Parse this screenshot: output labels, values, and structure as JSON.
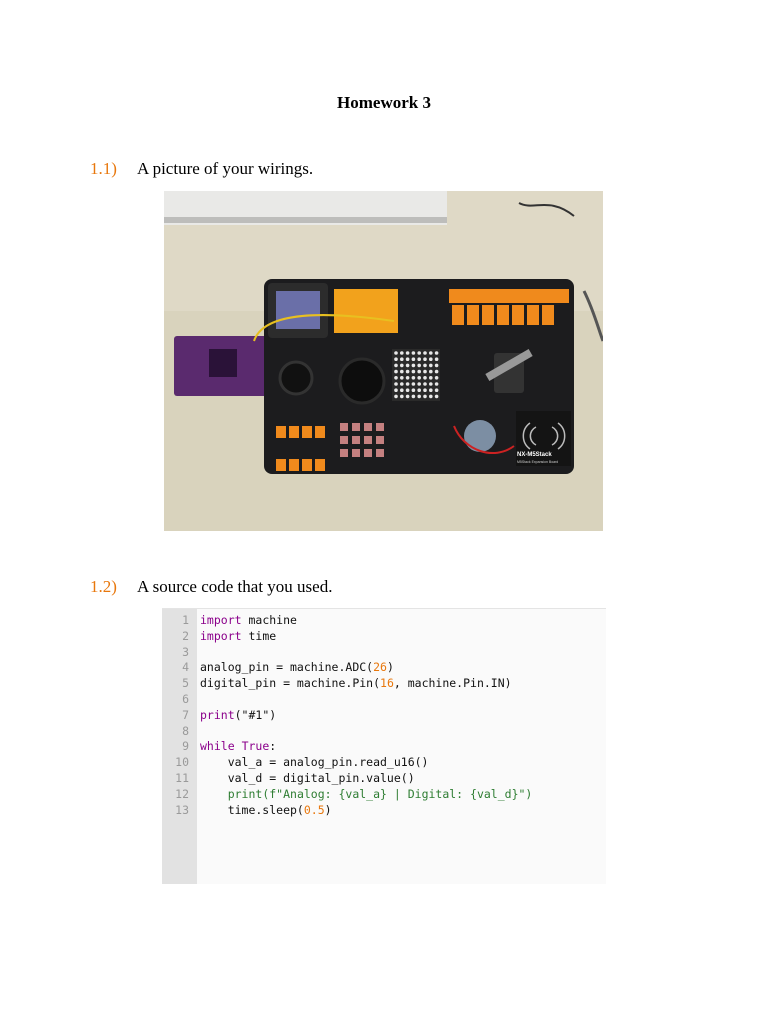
{
  "doc": {
    "title": "Homework 3",
    "q1": {
      "number": "1.1)",
      "text": "A picture of your wirings."
    },
    "q2": {
      "number": "1.2)",
      "text": "A source code that you used."
    },
    "photo": {
      "board_label": "NX-M5Stack",
      "board_sublabel": "M5Stack Expansion Board"
    },
    "code": {
      "line_numbers": [
        "1",
        "2",
        "3",
        "4",
        "5",
        "6",
        "7",
        "8",
        "9",
        "10",
        "11",
        "12",
        "13"
      ],
      "lines": [
        [
          {
            "t": "import",
            "c": "kw"
          },
          {
            "t": " machine",
            "c": ""
          }
        ],
        [
          {
            "t": "import",
            "c": "kw"
          },
          {
            "t": " time",
            "c": ""
          }
        ],
        [],
        [
          {
            "t": "analog_pin = machine.ADC(",
            "c": ""
          },
          {
            "t": "26",
            "c": "num"
          },
          {
            "t": ")",
            "c": ""
          }
        ],
        [
          {
            "t": "digital_pin = machine.Pin(",
            "c": ""
          },
          {
            "t": "16",
            "c": "num"
          },
          {
            "t": ", machine.Pin.IN)",
            "c": ""
          }
        ],
        [],
        [
          {
            "t": "print",
            "c": "fn"
          },
          {
            "t": "(\"#1\")",
            "c": ""
          }
        ],
        [],
        [
          {
            "t": "while",
            "c": "kw"
          },
          {
            "t": " ",
            "c": ""
          },
          {
            "t": "True",
            "c": "kw"
          },
          {
            "t": ":",
            "c": ""
          }
        ],
        [
          {
            "t": "    val_a = analog_pin.read_u16()",
            "c": ""
          }
        ],
        [
          {
            "t": "    val_d = digital_pin.value()",
            "c": ""
          }
        ],
        [
          {
            "t": "    ",
            "c": ""
          },
          {
            "t": "print(f\"Analog: {val_a} | Digital: {val_d}\")",
            "c": "str"
          }
        ],
        [
          {
            "t": "    time.sleep(",
            "c": ""
          },
          {
            "t": "0.5",
            "c": "num"
          },
          {
            "t": ")",
            "c": ""
          }
        ]
      ]
    }
  }
}
